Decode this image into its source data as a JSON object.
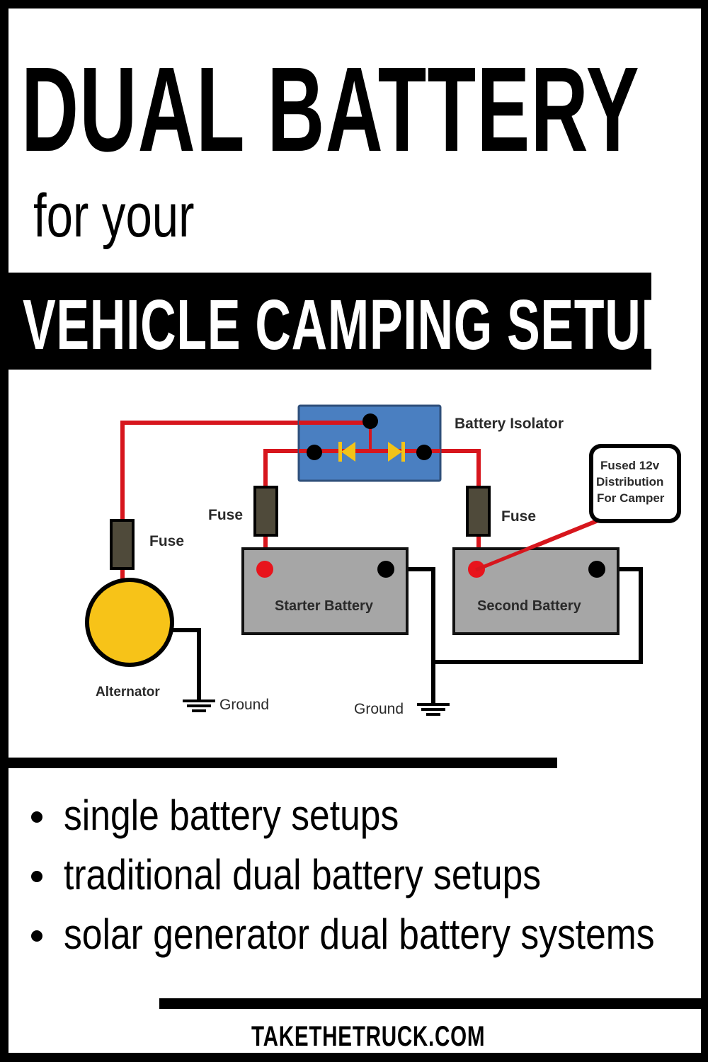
{
  "header": {
    "title": "DUAL BATTERY",
    "subtitle": "for your",
    "banner": "VEHICLE CAMPING SETUP"
  },
  "diagram": {
    "labels": {
      "isolator": "Battery Isolator",
      "fuse_left": "Fuse",
      "fuse_middle": "Fuse",
      "fuse_right": "Fuse",
      "starter_battery": "Starter Battery",
      "second_battery": "Second Battery",
      "alternator": "Alternator",
      "ground_left": "Ground",
      "ground_right": "Ground",
      "distribution_line1": "Fused 12v",
      "distribution_line2": "Distribution",
      "distribution_line3": "For Camper"
    },
    "colors": {
      "positive_wire": "#d7161d",
      "ground_wire": "#000000",
      "isolator_fill": "#4a7fc1",
      "diode": "#f2c318",
      "fuse_fill": "#4f4a3a",
      "battery_fill": "#a6a6a6",
      "alternator_fill": "#f7c318"
    }
  },
  "bullets": [
    "single battery setups",
    "traditional dual battery setups",
    "solar generator dual battery systems"
  ],
  "footer": {
    "site": "TAKETHETRUCK.COM"
  }
}
